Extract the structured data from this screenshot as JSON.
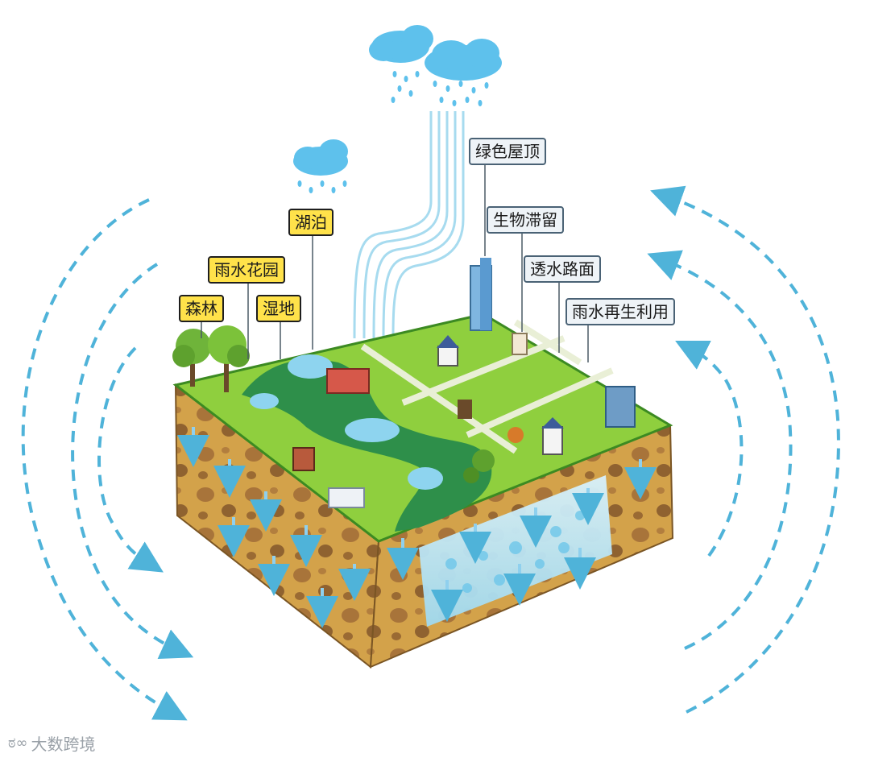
{
  "labels": {
    "lake": "湖泊",
    "rain_garden": "雨水花园",
    "forest": "森林",
    "wetland": "湿地",
    "green_roof": "绿色屋顶",
    "bio_retention": "生物滞留",
    "permeable_pavement": "透水路面",
    "rain_reuse": "雨水再生利用"
  },
  "watermark": {
    "text": "大数跨境",
    "logo_icon": "weibo-logo-icon"
  },
  "colors": {
    "yellow_label": "#ffe24a",
    "gray_label": "#eef3f7",
    "grass": "#7cc23a",
    "soil": "#c9983f",
    "water": "#8ed4ef",
    "arrow": "#4fb3d9"
  }
}
